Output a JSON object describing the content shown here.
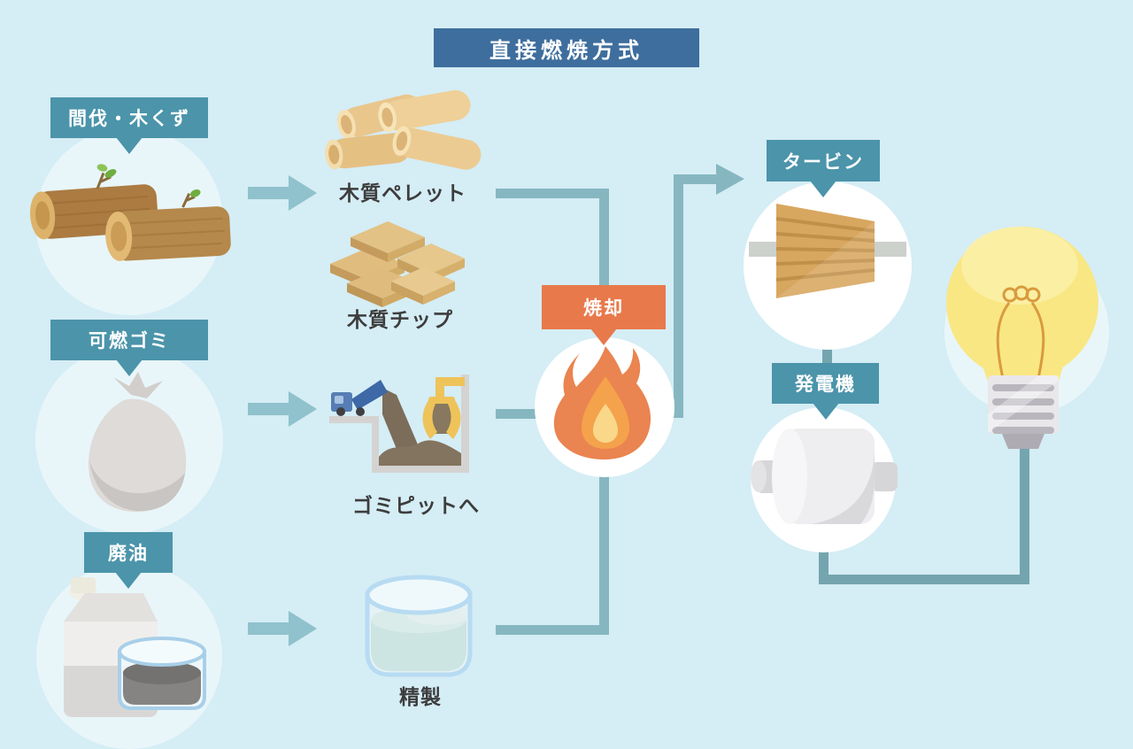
{
  "title": "直接燃焼方式",
  "sources": [
    {
      "label": "間伐・木くず",
      "icon": "logs-icon"
    },
    {
      "label": "可燃ゴミ",
      "icon": "garbage-bag-icon"
    },
    {
      "label": "廃油",
      "icon": "waste-oil-icon"
    }
  ],
  "fuels": [
    {
      "label": "木質ペレット",
      "icon": "wood-pellets-icon"
    },
    {
      "label": "木質チップ",
      "icon": "wood-chips-icon"
    },
    {
      "label": "ゴミピットへ",
      "icon": "garbage-pit-icon"
    },
    {
      "label": "精製",
      "icon": "refining-tank-icon"
    }
  ],
  "process": {
    "label": "焼却",
    "icon": "fire-icon"
  },
  "generation": [
    {
      "label": "タービン",
      "icon": "turbine-icon"
    },
    {
      "label": "発電機",
      "icon": "generator-icon"
    }
  ],
  "output": {
    "icon": "light-bulb-icon"
  },
  "colors": {
    "background": "#d5edf5",
    "halo_circle": "#e8f6fa",
    "white_circle": "#ffffff",
    "label_teal": "#4b94aa",
    "title_blue": "#3e6e9d",
    "accent_orange": "#e8794b",
    "arrow_teal": "#8fc2cc",
    "connector_light": "#86b7c1",
    "connector_dark": "#74a5ae",
    "text_dark": "#3d3d3d"
  }
}
